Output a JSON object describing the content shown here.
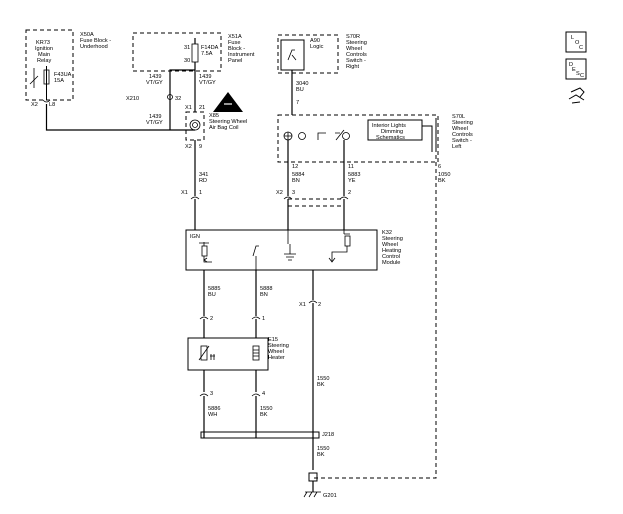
{
  "components": {
    "kr73": {
      "lines": [
        "KR73",
        "Ignition",
        "Main",
        "Relay"
      ]
    },
    "x50a": {
      "lines": [
        "X50A",
        "Fuse Block -",
        "Underhood"
      ]
    },
    "f43ua": {
      "lines": [
        "F43UA",
        "15A"
      ]
    },
    "x51a": {
      "lines": [
        "X51A",
        "Fuse",
        "Block -",
        "Instrument",
        "Panel"
      ]
    },
    "f14da": {
      "lines": [
        "F14DA",
        "7.5A"
      ]
    },
    "a90": {
      "lines": [
        "A90",
        "Logic"
      ]
    },
    "s70r": {
      "lines": [
        "S70R",
        "Steering",
        "Wheel",
        "Controls",
        "Switch -",
        "Right"
      ]
    },
    "s70l": {
      "lines": [
        "S70L",
        "Steering",
        "Wheel",
        "Controls",
        "Switch -",
        "Left"
      ]
    },
    "interior_lights": {
      "lines": [
        "Interior Lights",
        "Dimming",
        "Schematics"
      ]
    },
    "x85": {
      "lines": [
        "X85",
        "Steering Wheel",
        "Air Bag Coil"
      ]
    },
    "k32": {
      "lines": [
        "K32",
        "Steering",
        "Wheel",
        "Heating",
        "Control",
        "Module"
      ]
    },
    "k32_ign": "IGN",
    "e15": {
      "lines": [
        "E15",
        "Steering",
        "Wheel",
        "Heater"
      ]
    },
    "ground": "G201",
    "j218": "J218"
  },
  "pins": {
    "x2": "X2",
    "l8": "L8",
    "p31": "31",
    "p30": "30",
    "x210": "X210",
    "p32": "32",
    "x1_21": "X1",
    "p21": "21",
    "x2_9": "X2",
    "p9": "9",
    "p7": "7",
    "p12": "12",
    "p11": "11",
    "p6": "6",
    "x1_k": "X1",
    "p1": "1",
    "x2_k": "X2",
    "p3": "3",
    "p2": "2",
    "x1_b": "X1",
    "p2b": "2",
    "e2": "2",
    "e1": "1",
    "e3": "3",
    "e4": "4"
  },
  "wires": {
    "w1439a": {
      "num": "1439",
      "color": "VT/GY"
    },
    "w1439b": {
      "num": "1439",
      "color": "VT/GY"
    },
    "w1439c": {
      "num": "1439",
      "color": "VT/GY"
    },
    "w341": {
      "num": "341",
      "color": "RD"
    },
    "w3040": {
      "num": "3040",
      "color": "BU"
    },
    "w5884": {
      "num": "5884",
      "color": "BN"
    },
    "w5883": {
      "num": "5883",
      "color": "YE"
    },
    "w1050": {
      "num": "1050",
      "color": "BK"
    },
    "w5885": {
      "num": "5885",
      "color": "BU"
    },
    "w5888": {
      "num": "5888",
      "color": "BN"
    },
    "w1550a": {
      "num": "1550",
      "color": "BK"
    },
    "w5886": {
      "num": "5886",
      "color": "WH"
    },
    "w1550b": {
      "num": "1550",
      "color": "BK"
    },
    "w1550c": {
      "num": "1550",
      "color": "BK"
    }
  },
  "legend": {
    "loc_a": "L",
    "loc_b": "O",
    "loc_c": "C",
    "desc_a": "D",
    "desc_b": "E",
    "desc_c": "S",
    "desc_d": "C"
  }
}
